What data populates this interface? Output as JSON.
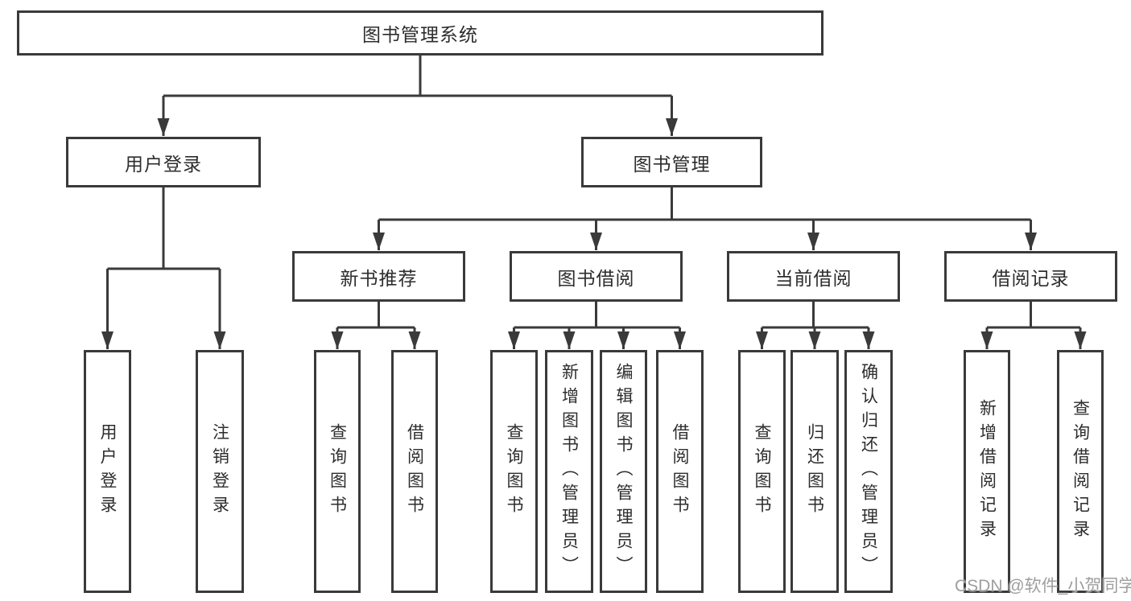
{
  "diagram": {
    "title": "图书管理系统",
    "nodes": [
      {
        "id": "root",
        "label": "图书管理系统",
        "orientation": "horizontal"
      },
      {
        "id": "user-login",
        "label": "用户登录",
        "orientation": "horizontal"
      },
      {
        "id": "book-mgmt",
        "label": "图书管理",
        "orientation": "horizontal"
      },
      {
        "id": "new-book-rec",
        "label": "新书推荐",
        "orientation": "horizontal"
      },
      {
        "id": "book-borrow",
        "label": "图书借阅",
        "orientation": "horizontal"
      },
      {
        "id": "current-borrow",
        "label": "当前借阅",
        "orientation": "horizontal"
      },
      {
        "id": "borrow-records",
        "label": "借阅记录",
        "orientation": "horizontal"
      },
      {
        "id": "leaf-user-login",
        "label": "用户登录",
        "orientation": "vertical"
      },
      {
        "id": "leaf-logout",
        "label": "注销登录",
        "orientation": "vertical"
      },
      {
        "id": "leaf-query-book-1",
        "label": "查询图书",
        "orientation": "vertical"
      },
      {
        "id": "leaf-borrow-book-1",
        "label": "借阅图书",
        "orientation": "vertical"
      },
      {
        "id": "leaf-query-book-2",
        "label": "查询图书",
        "orientation": "vertical"
      },
      {
        "id": "leaf-add-book",
        "label": "新增图书（管理员）",
        "orientation": "vertical"
      },
      {
        "id": "leaf-edit-book",
        "label": "编辑图书（管理员）",
        "orientation": "vertical"
      },
      {
        "id": "leaf-borrow-book-2",
        "label": "借阅图书",
        "orientation": "vertical"
      },
      {
        "id": "leaf-query-book-3",
        "label": "查询图书",
        "orientation": "vertical"
      },
      {
        "id": "leaf-return-book",
        "label": "归还图书",
        "orientation": "vertical"
      },
      {
        "id": "leaf-confirm-return",
        "label": "确认归还（管理员）",
        "orientation": "vertical"
      },
      {
        "id": "leaf-add-record",
        "label": "新增借阅记录",
        "orientation": "vertical"
      },
      {
        "id": "leaf-query-record",
        "label": "查询借阅记录",
        "orientation": "vertical"
      }
    ],
    "edges": [
      {
        "from": "root",
        "to": [
          "user-login",
          "book-mgmt"
        ]
      },
      {
        "from": "user-login",
        "to": [
          "leaf-user-login",
          "leaf-logout"
        ]
      },
      {
        "from": "book-mgmt",
        "to": [
          "new-book-rec",
          "book-borrow",
          "current-borrow",
          "borrow-records"
        ]
      },
      {
        "from": "new-book-rec",
        "to": [
          "leaf-query-book-1",
          "leaf-borrow-book-1"
        ]
      },
      {
        "from": "book-borrow",
        "to": [
          "leaf-query-book-2",
          "leaf-add-book",
          "leaf-edit-book",
          "leaf-borrow-book-2"
        ]
      },
      {
        "from": "current-borrow",
        "to": [
          "leaf-query-book-3",
          "leaf-return-book",
          "leaf-confirm-return"
        ]
      },
      {
        "from": "borrow-records",
        "to": [
          "leaf-add-record",
          "leaf-query-record"
        ]
      }
    ]
  },
  "colors": {
    "line": "#3a3a3a",
    "text": "#2d2d2d",
    "background": "#ffffff",
    "watermark": "#9e9e9e"
  },
  "watermark": {
    "text": "CSDN @软件_小贺同学"
  }
}
